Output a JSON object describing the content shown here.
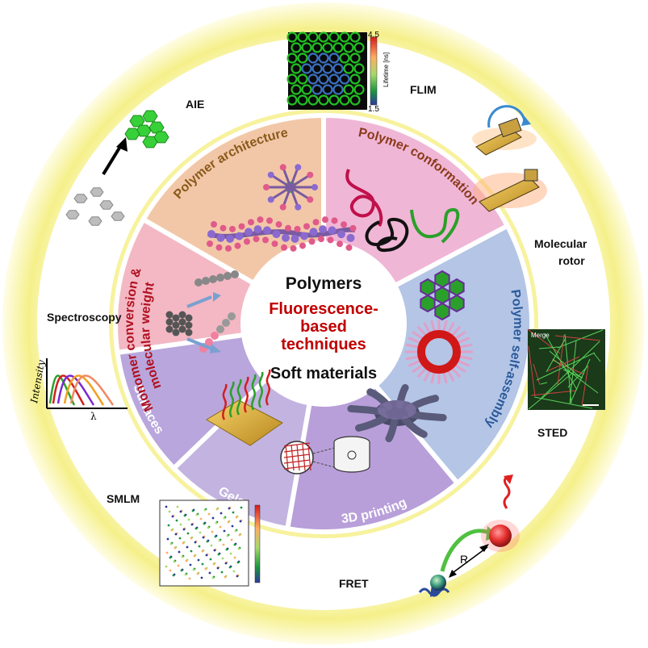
{
  "center": {
    "line1": "Polymers",
    "line2a": "Fluorescence-",
    "line2b": "based",
    "line2c": "techniques",
    "line3": "Soft materials"
  },
  "segments": {
    "architecture": "Polymer architecture",
    "conformation": "Polymer conformation",
    "self_assembly": "Polymer self-assembly",
    "printing": "3D printing",
    "gels": "Gels",
    "surfaces": "Surfaces",
    "monomer_line1": "Monomer conversion &",
    "monomer_line2": "molecular weight"
  },
  "techniques": {
    "aie": "AIE",
    "flim": "FLIM",
    "molecular_rotor_line1": "Molecular",
    "molecular_rotor_line2": "rotor",
    "spectroscopy": "Spectroscopy",
    "sted": "STED",
    "smlm": "SMLM",
    "fret": "FRET"
  },
  "flim_colorbar": {
    "max": "4.5",
    "min": "1.5",
    "label": "Lifetime [ns]"
  },
  "spectrum": {
    "ylabel": "Intensity",
    "xlabel": "λ"
  },
  "sted_panel": {
    "tag": "Merge"
  },
  "fret_label": {
    "distance": "R"
  },
  "colors": {
    "outer_ring": "#f6f3a0",
    "segment_border": "#ffffff",
    "architecture": "#f2c7a8",
    "conformation": "#f0b6d6",
    "self_assembly": "#b4c5e6",
    "printing": "#b89fd9",
    "gels": "#c2b3e0",
    "surfaces": "#b9a6dc",
    "monomer": "#f3b8c4",
    "center_accent": "#c00000"
  }
}
